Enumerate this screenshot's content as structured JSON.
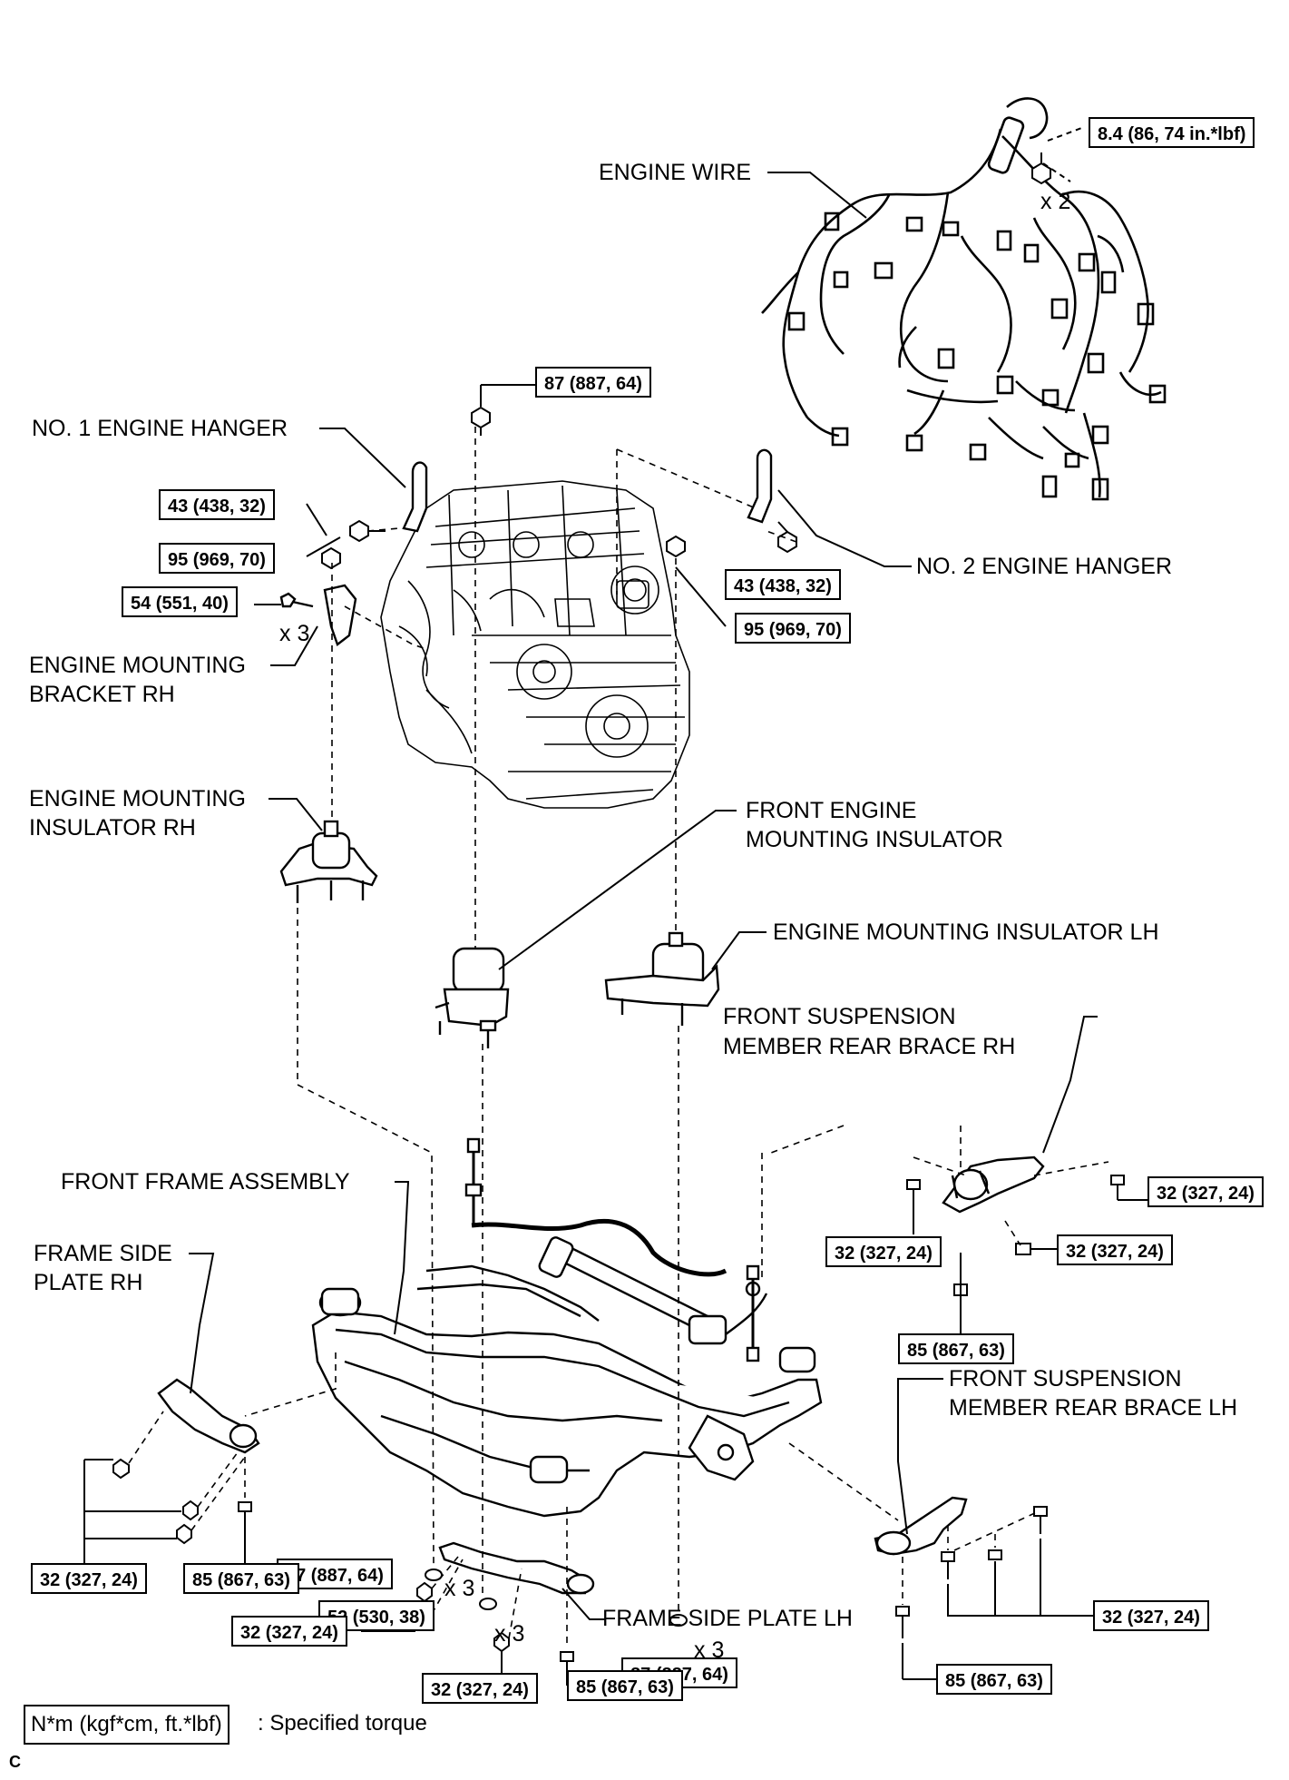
{
  "labels": {
    "engine_wire": "ENGINE WIRE",
    "no1_engine_hanger": "NO. 1 ENGINE HANGER",
    "no2_engine_hanger": "NO. 2 ENGINE HANGER",
    "engine_mounting_bracket_rh_1": "ENGINE MOUNTING",
    "engine_mounting_bracket_rh_2": "BRACKET RH",
    "engine_mounting_insulator_rh_1": "ENGINE MOUNTING",
    "engine_mounting_insulator_rh_2": "INSULATOR RH",
    "front_engine_mounting_insulator_1": "FRONT ENGINE",
    "front_engine_mounting_insulator_2": "MOUNTING INSULATOR",
    "engine_mounting_insulator_lh": "ENGINE MOUNTING INSULATOR LH",
    "front_suspension_member_rear_brace_rh_1": "FRONT SUSPENSION",
    "front_suspension_member_rear_brace_rh_2": "MEMBER REAR BRACE RH",
    "front_frame_assembly": "FRONT FRAME ASSEMBLY",
    "frame_side_plate_rh_1": "FRAME SIDE",
    "frame_side_plate_rh_2": "PLATE RH",
    "front_suspension_member_rear_brace_lh_1": "FRONT SUSPENSION",
    "front_suspension_member_rear_brace_lh_2": "MEMBER REAR BRACE LH",
    "frame_side_plate_lh": "FRAME SIDE PLATE LH"
  },
  "torques": {
    "t_8_4": "8.4 (86, 74 in.*lbf)",
    "t_87_top": "87 (887, 64)",
    "t_43_left": "43 (438, 32)",
    "t_95_left": "95 (969, 70)",
    "t_54": "54 (551, 40)",
    "t_43_right": "43 (438, 32)",
    "t_95_right": "95 (969, 70)",
    "t_32_brace_rh_right": "32 (327, 24)",
    "t_32_brace_rh_left": "32 (327, 24)",
    "t_32_brace_rh_mid": "32 (327, 24)",
    "t_85_brace_rh": "85 (867, 63)",
    "t_87_frame_left": "87 (887, 64)",
    "t_52": "52 (530, 38)",
    "t_87_frame_right": "87 (887, 64)",
    "t_32_side_rh": "32 (327, 24)",
    "t_85_side_rh": "85 (867, 63)",
    "t_32_side_lh_a": "32 (327, 24)",
    "t_32_side_lh_b": "32 (327, 24)",
    "t_85_side_lh": "85 (867, 63)",
    "t_32_brace_lh": "32 (327, 24)",
    "t_85_brace_lh": "85 (867, 63)"
  },
  "counts": {
    "x2_wire": "x 2",
    "x3_bracket": "x 3",
    "x3_frame_87": "x 3",
    "x3_frame_52": "x 3",
    "x3_frame_87_right": "x 3"
  },
  "legend": {
    "box_text": "N*m (kgf*cm, ft.*lbf)",
    "description": ": Specified torque"
  },
  "corner_mark": "C"
}
